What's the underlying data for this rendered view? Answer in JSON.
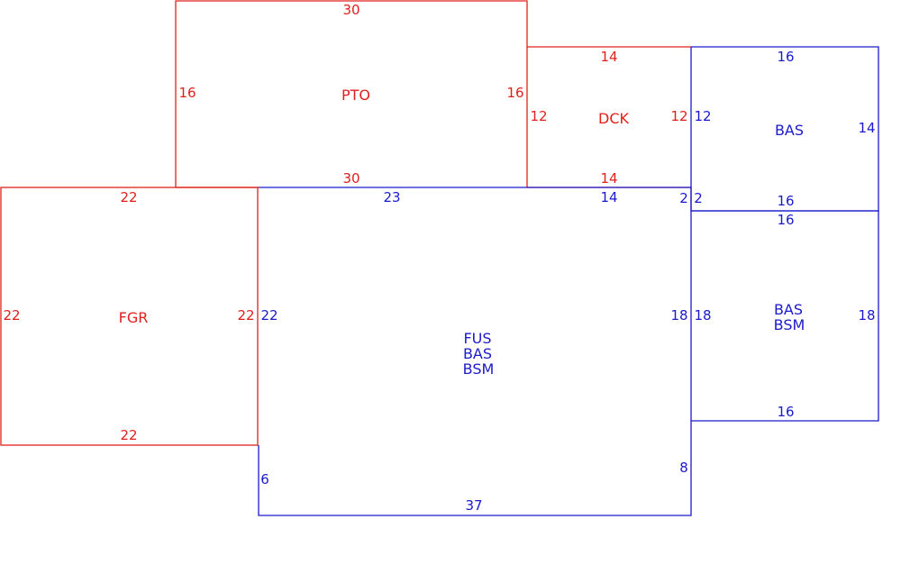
{
  "colors": {
    "red": "#e0201c",
    "blue": "#1a1acc",
    "background": "#ffffff"
  },
  "areas": {
    "pto": {
      "label": [
        "PTO"
      ],
      "top": "30",
      "bottom": "30",
      "left": "16",
      "right": "16"
    },
    "dck": {
      "label": [
        "DCK"
      ],
      "top": "14",
      "bottom": "14",
      "left": "12",
      "right": "12"
    },
    "bas_upper": {
      "label": [
        "BAS"
      ],
      "top": "16",
      "bottom": "16",
      "left": "12",
      "right": "14",
      "left_lower": "2"
    },
    "fgr": {
      "label": [
        "FGR"
      ],
      "top": "22",
      "bottom": "22",
      "left": "22",
      "right": "22"
    },
    "fus": {
      "label": [
        "FUS",
        "BAS",
        "BSM"
      ],
      "top_left": "23",
      "top_right": "14",
      "corner_right": "2",
      "left": "22",
      "left_lower": "6",
      "right": "18",
      "right_lower": "8",
      "bottom": "37"
    },
    "bas_lower": {
      "label": [
        "BAS",
        "BSM"
      ],
      "top": "16",
      "bottom": "16",
      "left": "18",
      "right": "18"
    }
  }
}
